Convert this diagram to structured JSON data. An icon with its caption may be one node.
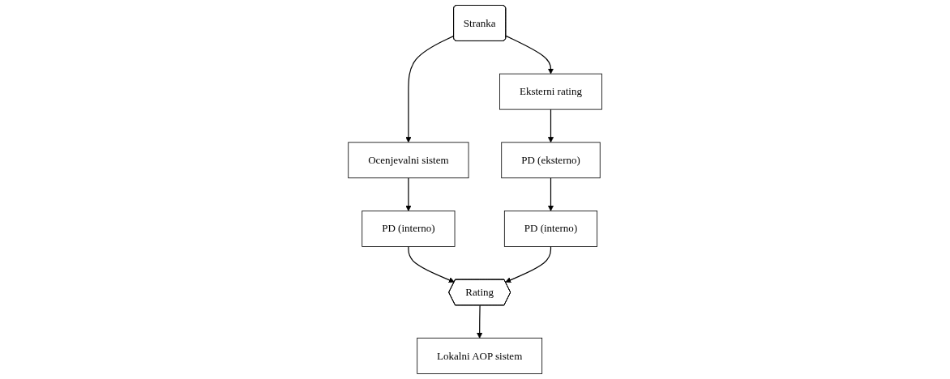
{
  "diagram": {
    "nodes": [
      {
        "text": [
          "Stranka"
        ]
      },
      {
        "text": [
          "Eksterni rating"
        ]
      },
      {
        "text": [
          "Ocenjevalni sistem"
        ]
      },
      {
        "text": [
          "PD (interno)"
        ]
      },
      {
        "text": [
          "Rating"
        ]
      },
      {
        "text": [
          "PD (interno)"
        ]
      },
      {
        "text": [
          "PD (eksterno)"
        ]
      },
      {
        "text": [
          "Lokalni AOP sistem"
        ]
      }
    ],
    "edges": [
      {
        "from": 0,
        "to": 1,
        "arrow": "to"
      },
      {
        "from": 1,
        "to": 6,
        "arrow": "to"
      },
      {
        "from": 0,
        "to": 2,
        "arrow": "to"
      },
      {
        "from": 2,
        "to": 3,
        "arrow": "to"
      },
      {
        "from": 3,
        "to": 4,
        "arrow": "to"
      },
      {
        "from": 6,
        "to": 5,
        "arrow": "to"
      },
      {
        "from": 5,
        "to": 4,
        "arrow": "to"
      },
      {
        "from": 4,
        "to": 7,
        "arrow": "to"
      }
    ]
  }
}
